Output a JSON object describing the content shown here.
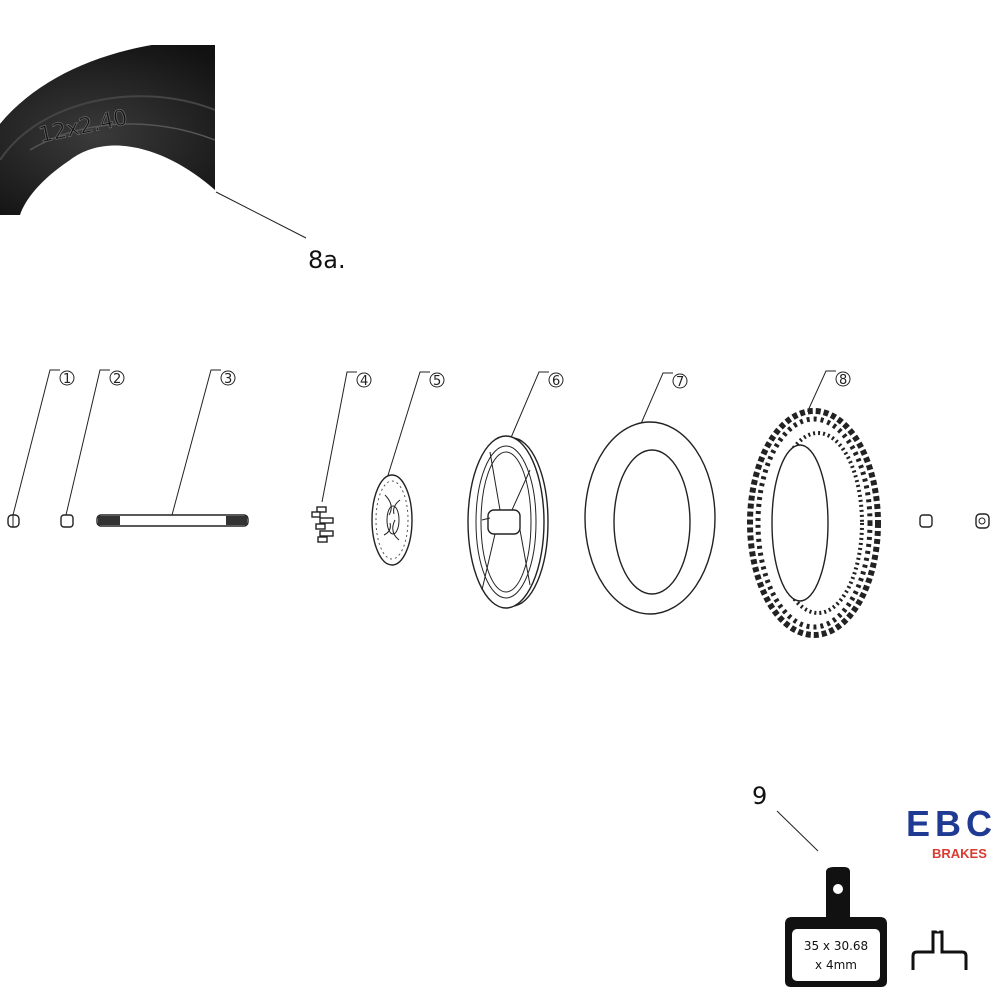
{
  "photo_inset": {
    "tire_marking": "12x2.40",
    "label": "8a."
  },
  "callouts": [
    "1",
    "2",
    "3",
    "4",
    "5",
    "6",
    "7",
    "8"
  ],
  "brake_pad": {
    "label": "9",
    "logo_text": "EBC",
    "logo_subtext": "BRAKES",
    "dimensions_line1": "35 x 30.68",
    "dimensions_line2": "x 4mm",
    "colors": {
      "logo_blue": "#1f3a93",
      "logo_red": "#d93a32"
    }
  }
}
